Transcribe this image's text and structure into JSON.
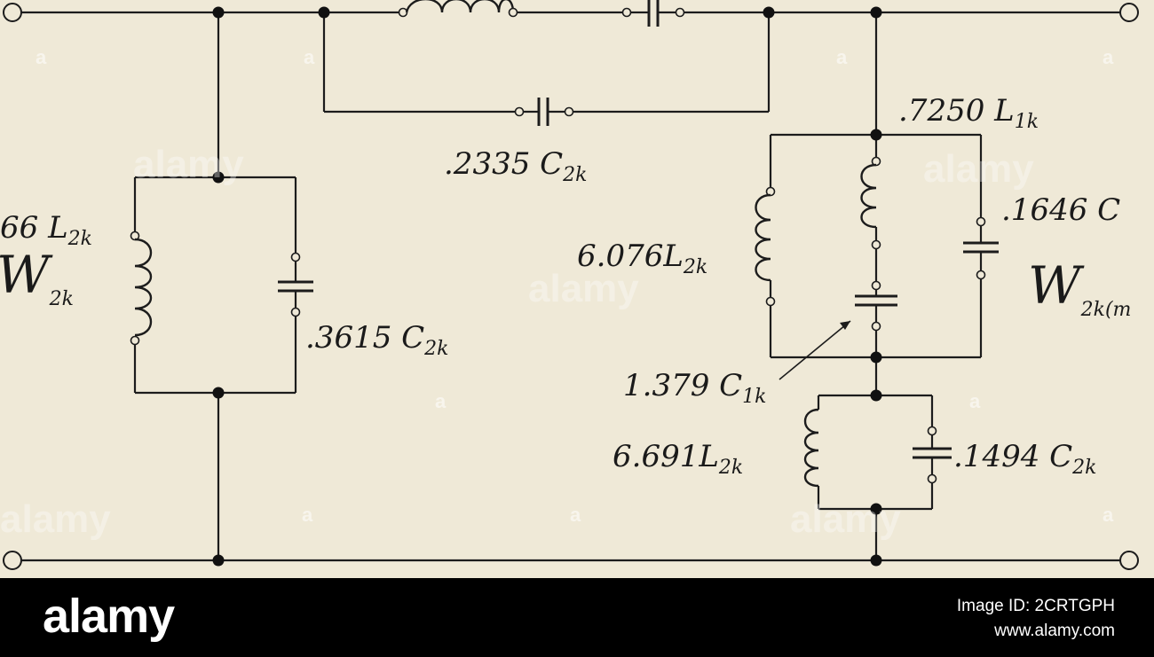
{
  "diagram": {
    "labels": {
      "c_series_top": ".2335 C",
      "c_series_top_sub": "2k",
      "l_left": "66 L",
      "l_left_sub": "2k",
      "w_left": "W",
      "w_left_sub": "2k",
      "c_left": ".3615 C",
      "c_left_sub": "2k",
      "l_top_right": ".7250 L",
      "l_top_right_sub": "1k",
      "c_top_right": ".1646 C",
      "l_mid_right": "6.076L",
      "l_mid_right_sub": "2k",
      "w_right": "W",
      "w_right_sub": "2k(m",
      "c_mid_right": "1.379 C",
      "c_mid_right_sub": "1k",
      "l_bottom_right": "6.691L",
      "l_bottom_right_sub": "2k",
      "c_bottom_right": ".1494 C",
      "c_bottom_right_sub": "2k"
    },
    "watermark": "alamy",
    "watermark_letter": "a"
  },
  "footer": {
    "logo": "alamy",
    "image_id": "Image ID: 2CRTGPH",
    "site": "www.alamy.com"
  }
}
